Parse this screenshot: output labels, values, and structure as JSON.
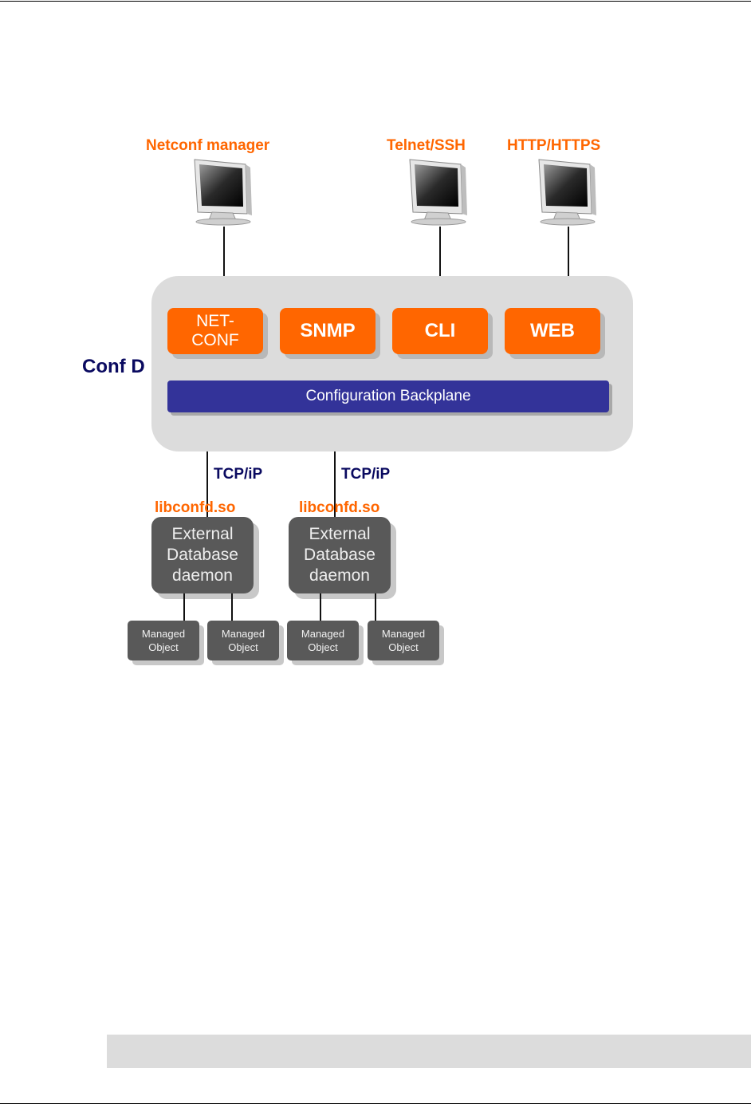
{
  "clients": {
    "netconf_manager": "Netconf manager",
    "telnet_ssh": "Telnet/SSH",
    "http_https": "HTTP/HTTPS"
  },
  "confd_label": "Conf D",
  "protocols": {
    "netconf_line1": "NET-",
    "netconf_line2": "CONF",
    "snmp": "SNMP",
    "cli": "CLI",
    "web": "WEB"
  },
  "backplane": "Configuration Backplane",
  "tcpip_label": "TCP/iP",
  "libconfd_label": "libconfd.so",
  "daemon": {
    "line1": "External",
    "line2": "Database",
    "line3": "daemon"
  },
  "managed_object": {
    "line1": "Managed",
    "line2": "Object"
  },
  "colors": {
    "accent_orange": "#ff6600",
    "backplane_blue": "#333399",
    "navy_text": "#0a0a60",
    "daemon_gray": "#595959",
    "panel_gray": "#dcdcdc"
  },
  "icons": {
    "client": "monitor-icon"
  }
}
